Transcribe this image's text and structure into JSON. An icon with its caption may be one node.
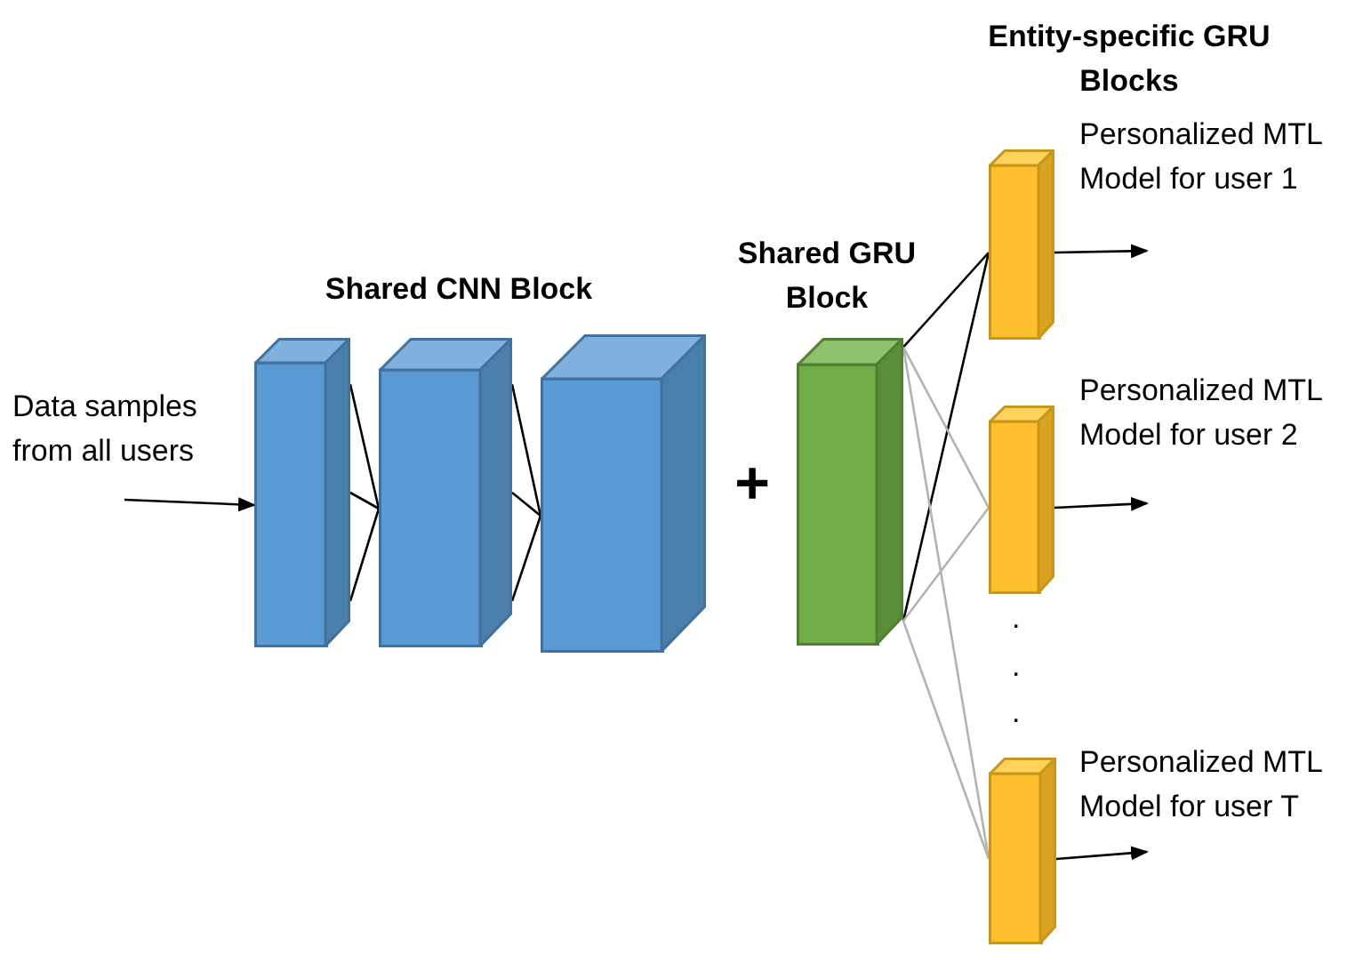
{
  "diagram": {
    "nodes": [
      {
        "text": [],
        "shape": "box"
      },
      {
        "text": [],
        "shape": "box"
      },
      {
        "text": [],
        "shape": "box"
      },
      {
        "text": [],
        "shape": "box"
      },
      {
        "text": [],
        "shape": "box",
        "beside": [
          "Personalized MTL Model for user 1"
        ]
      },
      {
        "text": [],
        "shape": "box",
        "beside": [
          "Personalized MTL Model for user 2"
        ]
      },
      {
        "text": [],
        "shape": "box",
        "beside": [
          "Personalized MTL Model for user T"
        ]
      }
    ],
    "edges": [
      {
        "from": null,
        "to": 0,
        "arrow": "to"
      },
      {
        "from": 0,
        "to": 1,
        "arrow": "none"
      },
      {
        "from": 0,
        "to": 1,
        "arrow": "none"
      },
      {
        "from": 0,
        "to": 1,
        "arrow": "none"
      },
      {
        "from": 1,
        "to": 2,
        "arrow": "none"
      },
      {
        "from": 1,
        "to": 2,
        "arrow": "none"
      },
      {
        "from": 1,
        "to": 2,
        "arrow": "none"
      },
      {
        "from": 3,
        "to": 4,
        "arrow": "none"
      },
      {
        "from": 3,
        "to": 4,
        "arrow": "none"
      },
      {
        "from": 3,
        "to": 5,
        "arrow": "none",
        "color": "#b3b3b3"
      },
      {
        "from": 3,
        "to": 5,
        "arrow": "none",
        "color": "#b3b3b3"
      },
      {
        "from": 3,
        "to": 6,
        "arrow": "none",
        "color": "#b3b3b3"
      },
      {
        "from": 3,
        "to": 6,
        "arrow": "none",
        "color": "#b3b3b3"
      },
      {
        "from": 4,
        "to": null,
        "arrow": "to"
      },
      {
        "from": 5,
        "to": null,
        "arrow": "to"
      },
      {
        "from": 6,
        "to": null,
        "arrow": "to"
      }
    ],
    "labels": [
      "Entity-specific GRU Blocks",
      "Shared CNN Block",
      "Shared GRU Block",
      "Data samples from all users",
      "+",
      ".",
      ".",
      "."
    ]
  }
}
